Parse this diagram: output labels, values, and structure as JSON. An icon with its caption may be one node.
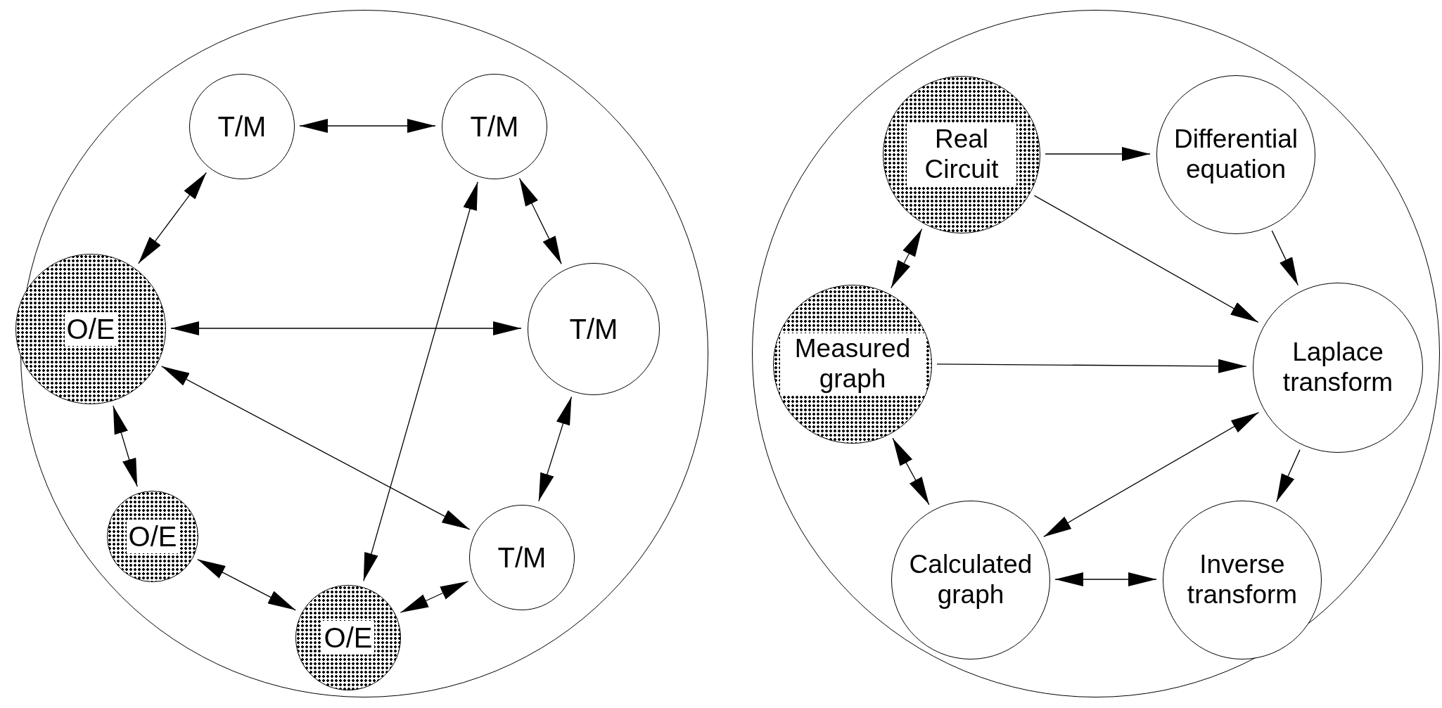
{
  "diagram": {
    "nodes": [
      {
        "text": [],
        "shape": "circle"
      },
      {
        "text": [
          "T/M"
        ],
        "in": 0
      },
      {
        "text": [
          "T/M"
        ],
        "in": 0
      },
      {
        "text": [
          "O/E"
        ],
        "in": 0
      },
      {
        "text": [
          "T/M"
        ],
        "in": 0
      },
      {
        "text": [
          "O/E"
        ],
        "in": 0
      },
      {
        "text": [
          "T/M"
        ],
        "in": 0
      },
      {
        "text": [
          "O/E"
        ],
        "in": 0
      },
      {
        "text": [],
        "shape": "circle"
      },
      {
        "text": [
          "Real Circuit"
        ],
        "in": 8
      },
      {
        "text": [
          "Differential equation"
        ],
        "in": 8
      },
      {
        "text": [
          "Measured graph"
        ],
        "in": 8
      },
      {
        "text": [
          "Laplace transform"
        ],
        "in": 8
      },
      {
        "text": [
          "Calculated graph"
        ],
        "in": 8
      },
      {
        "text": [
          "Inverse transform"
        ],
        "in": 8
      }
    ],
    "edges": [
      {
        "from": 1,
        "to": 2,
        "arrow": "both"
      },
      {
        "from": 1,
        "to": 3,
        "arrow": "both"
      },
      {
        "from": 2,
        "to": 4,
        "arrow": "both"
      },
      {
        "from": 3,
        "to": 4,
        "arrow": "both"
      },
      {
        "from": 3,
        "to": 6,
        "arrow": "both"
      },
      {
        "from": 2,
        "to": 7,
        "arrow": "both"
      },
      {
        "from": 3,
        "to": 5,
        "arrow": "both"
      },
      {
        "from": 4,
        "to": 6,
        "arrow": "both"
      },
      {
        "from": 5,
        "to": 7,
        "arrow": "both"
      },
      {
        "from": 6,
        "to": 7,
        "arrow": "both"
      },
      {
        "from": 9,
        "to": 10,
        "arrow": "to"
      },
      {
        "from": 9,
        "to": 12,
        "arrow": "to"
      },
      {
        "from": 10,
        "to": 12,
        "arrow": "to"
      },
      {
        "from": 11,
        "to": 12,
        "arrow": "to"
      },
      {
        "from": 9,
        "to": 11,
        "arrow": "both"
      },
      {
        "from": 11,
        "to": 13,
        "arrow": "both"
      },
      {
        "from": 12,
        "to": 13,
        "arrow": "both"
      },
      {
        "from": 12,
        "to": 14,
        "arrow": "to"
      },
      {
        "from": 13,
        "to": 14,
        "arrow": "both"
      }
    ]
  }
}
